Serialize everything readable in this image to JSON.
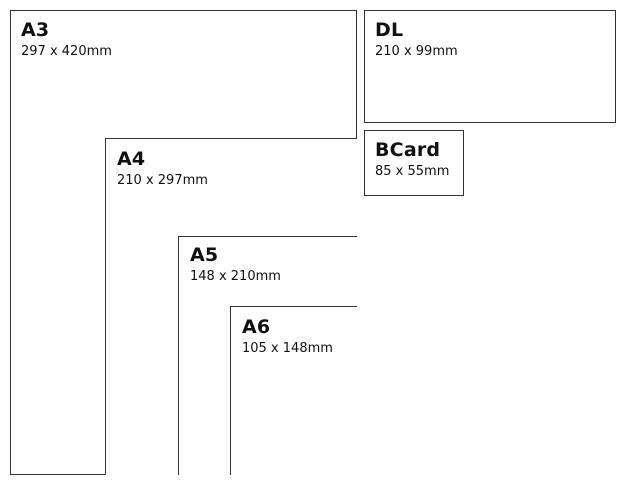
{
  "sheets": {
    "a3": {
      "name": "A3",
      "dims": "297 x 420mm"
    },
    "a4": {
      "name": "A4",
      "dims": "210 x 297mm"
    },
    "a5": {
      "name": "A5",
      "dims": "148 x 210mm"
    },
    "a6": {
      "name": "A6",
      "dims": "105 x 148mm"
    },
    "dl": {
      "name": "DL",
      "dims": "210 x 99mm"
    },
    "bcard": {
      "name": "BCard",
      "dims": "85 x 55mm"
    }
  },
  "colors": {
    "border": "#333333",
    "text": "#111111",
    "background": "#ffffff"
  }
}
